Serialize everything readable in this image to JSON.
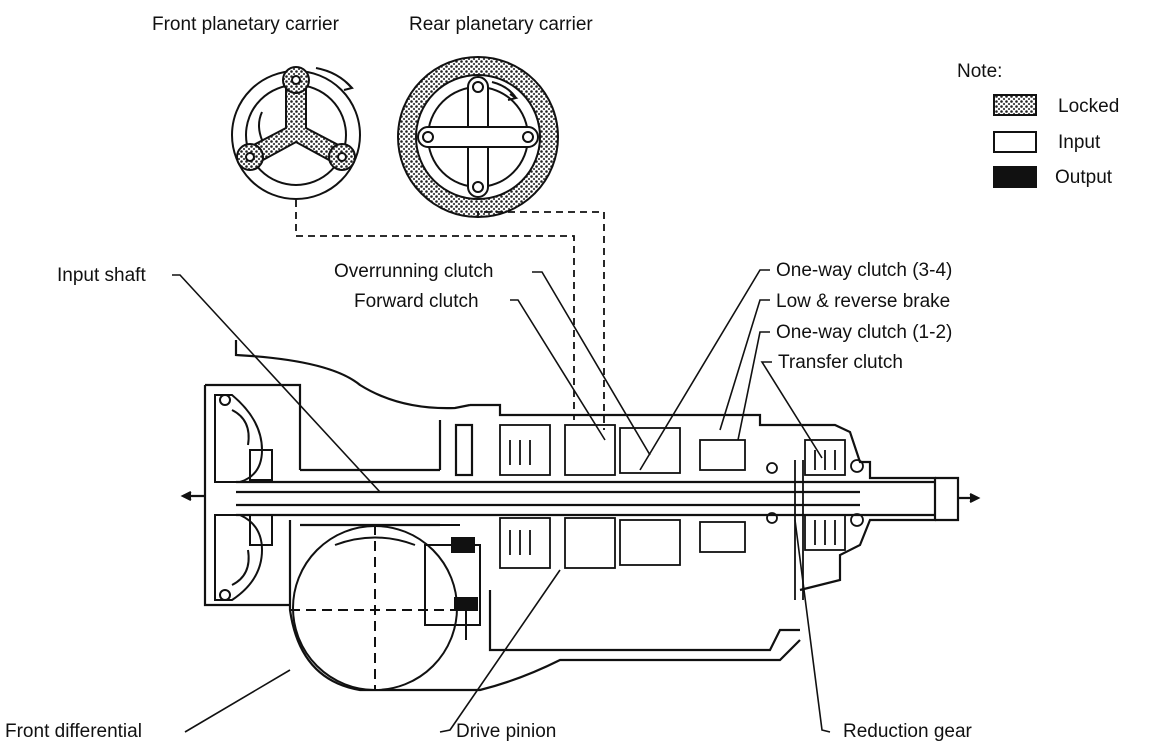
{
  "carriers": {
    "front": "Front planetary carrier",
    "rear": "Rear planetary carrier"
  },
  "legend": {
    "title": "Note:",
    "locked": "Locked",
    "input": "Input",
    "output": "Output"
  },
  "labels": {
    "input_shaft": "Input shaft",
    "overrunning_clutch": "Overrunning clutch",
    "forward_clutch": "Forward clutch",
    "one_way_clutch_34": "One-way clutch (3-4)",
    "low_reverse_brake": "Low & reverse brake",
    "one_way_clutch_12": "One-way clutch (1-2)",
    "transfer_clutch": "Transfer clutch",
    "front_differential": "Front differential",
    "drive_pinion": "Drive pinion",
    "reduction_gear": "Reduction gear"
  },
  "colors": {
    "ink": "#111111",
    "locked": "#555555",
    "output": "#111111",
    "input": "#ffffff"
  }
}
